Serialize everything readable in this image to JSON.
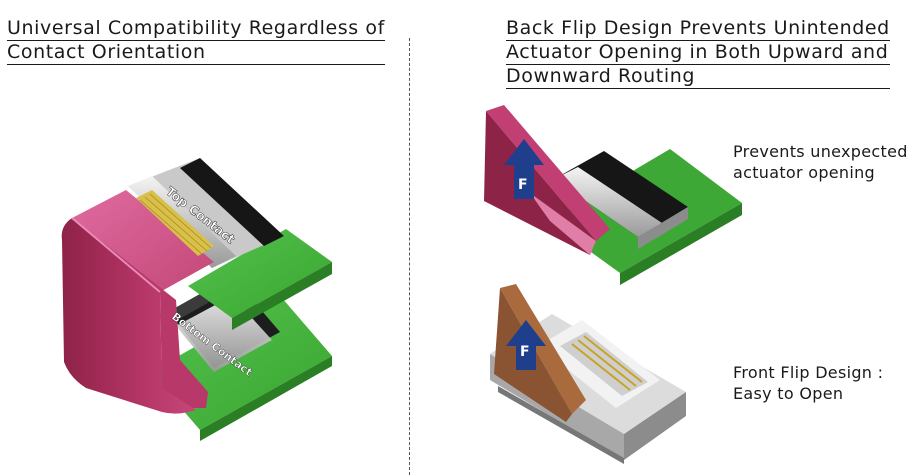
{
  "left_panel": {
    "heading_lines": [
      "Universal Compatibility Regardless of",
      "Contact Orientation"
    ],
    "labels": {
      "top_contact": "Top Contact",
      "bottom_contact": "Bottom Contact"
    }
  },
  "right_panel": {
    "heading_lines": [
      "Back Flip Design Prevents Unintended",
      "Actuator Opening in Both Upward and",
      "Downward Routing"
    ],
    "back_flip": {
      "arrow_letter": "F",
      "caption_lines": [
        "Prevents unexpected",
        "actuator opening"
      ]
    },
    "front_flip": {
      "arrow_letter": "F",
      "caption_lines": [
        "Front Flip Design :",
        "Easy to Open"
      ]
    }
  }
}
